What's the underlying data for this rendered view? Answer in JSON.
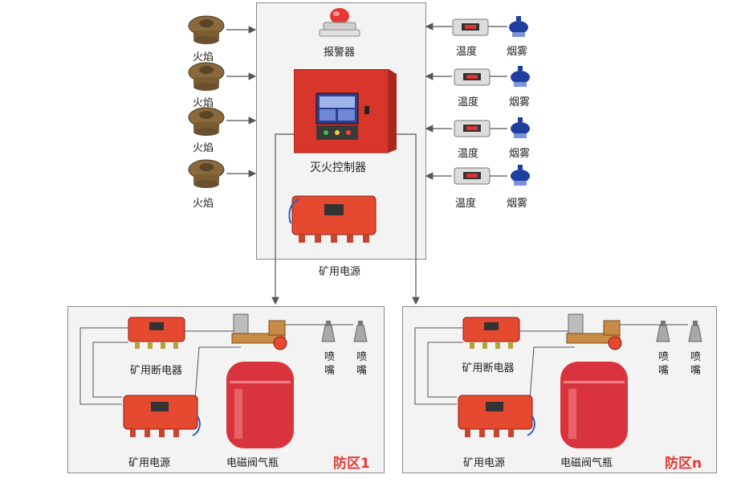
{
  "control": {
    "alarm": "报警器",
    "controller": "灭火控制器",
    "power": "矿用电源"
  },
  "sensors": {
    "flame": "火焰",
    "temperature": "温度",
    "smoke": "烟雾"
  },
  "zones": [
    {
      "name": "防区1",
      "breaker": "矿用断电器",
      "power": "矿用电源",
      "valve": "电磁阀气瓶",
      "nozzle": "喷嘴"
    },
    {
      "name": "防区n",
      "breaker": "矿用断电器",
      "power": "矿用电源",
      "valve": "电磁阀气瓶",
      "nozzle": "喷嘴"
    }
  ],
  "colors": {
    "device_red": "#e53d2a",
    "cylinder_red": "#d9343d",
    "zone_label": "#e53935",
    "line": "#555555",
    "sensor_blue": "#1f3fa0"
  }
}
